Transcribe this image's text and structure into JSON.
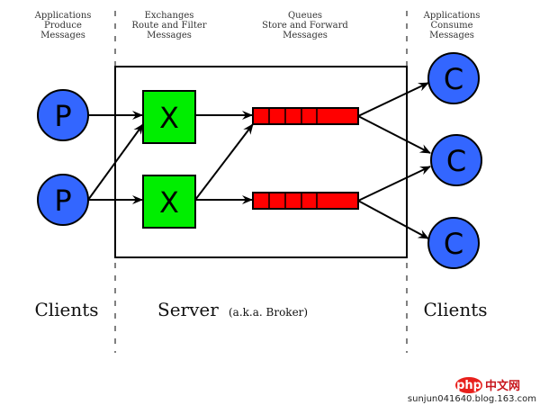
{
  "headers": {
    "producers": [
      "Applications",
      "Produce",
      "Messages"
    ],
    "exchanges": [
      "Exchanges",
      "Route and Filter",
      "Messages"
    ],
    "queues": [
      "Queues",
      "Store and Forward",
      "Messages"
    ],
    "consumers": [
      "Applications",
      "Consume",
      "Messages"
    ]
  },
  "footer": {
    "clients_left": "Clients",
    "server": "Server",
    "server_note": "(a.k.a. Broker)",
    "clients_right": "Clients"
  },
  "nodes": {
    "producers": [
      {
        "label": "P"
      },
      {
        "label": "P"
      }
    ],
    "exchanges": [
      {
        "label": "X"
      },
      {
        "label": "X"
      }
    ],
    "queues": [
      {
        "cells": 5
      },
      {
        "cells": 5
      }
    ],
    "consumers": [
      {
        "label": "C"
      },
      {
        "label": "C"
      },
      {
        "label": "C"
      }
    ]
  },
  "colors": {
    "producer_fill": "#3366ff",
    "consumer_fill": "#3366ff",
    "exchange_fill": "#00ee00",
    "queue_fill": "#ff0000",
    "stroke": "#000000"
  },
  "watermark": {
    "brand_php": "php",
    "brand_cn": "中文网",
    "site": "sunjun041640.blog.163.com"
  }
}
